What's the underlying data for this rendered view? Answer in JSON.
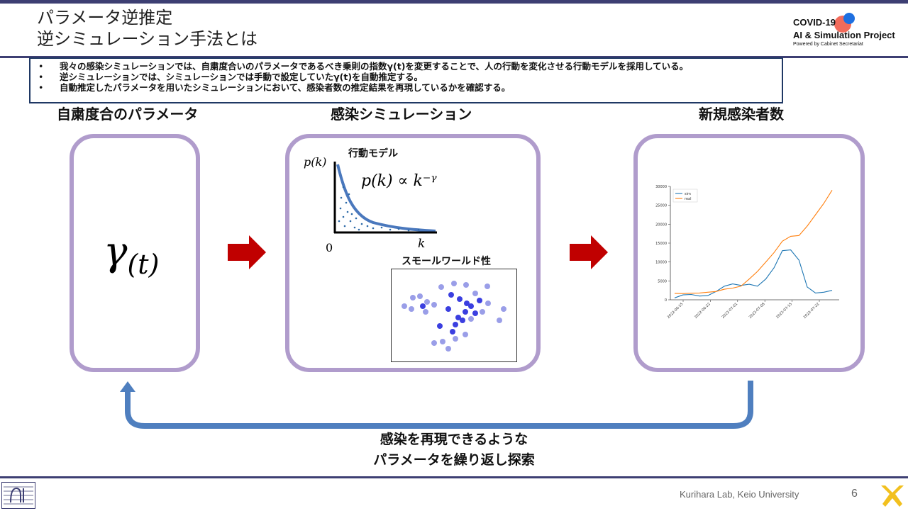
{
  "slide": {
    "title_line1": "パラメータ逆推定",
    "title_line2": "逆シミュレーション手法とは",
    "logo_line1": "COVID-19",
    "logo_line2": "AI & Simulation Project",
    "logo_sub": "Powered by Cabinet Secretariat",
    "bullets": [
      "我々の感染シミュレーションでは、自粛度合いのパラメータであるべき乗則の指数γ(t)を変更することで、人の行動を変化させる行動モデルを採用している。",
      "逆シミュレーションでは、シミュレーションでは手動で設定していたγ(t)を自動推定する。",
      "自動推定したパラメータを用いたシミュレーションにおいて、感染者数の推定結果を再現しているかを確認する。"
    ],
    "headings": {
      "left": "自粛度合のパラメータ",
      "middle": "感染シミュレーション",
      "right": "新規感染者数"
    },
    "gamma_symbol": "γ",
    "gamma_sub": "(t)",
    "middle_panel": {
      "behavior_title": "行動モデル",
      "p_axis_label": "p(k)",
      "k_axis_label": "k",
      "zero_label": "0",
      "formula": "p(k) ∝ k⁻ᵞ",
      "network_title": "スモールワールド性"
    },
    "loop_text_line1": "感染を再現できるような",
    "loop_text_line2": "パラメータを繰り返し探索",
    "footer": "Kurihara Lab, Keio University",
    "page_number": "6",
    "colors": {
      "accent_bar": "#3d3f73",
      "panel_border": "#b09ccc",
      "arrow_red": "#c00000",
      "loop_blue": "#4f7fbf"
    }
  },
  "chart_data": {
    "type": "line",
    "x": [
      "2022-06-15",
      "2022-06-22",
      "2022-07-01",
      "2022-07-08",
      "2022-07-15",
      "2022-07-22"
    ],
    "yticks": [
      0,
      5000,
      10000,
      15000,
      20000,
      25000,
      30000
    ],
    "ylim": [
      0,
      30000
    ],
    "legend_position": "top-left",
    "series": [
      {
        "name": "sim",
        "color": "#1f77b4",
        "values": [
          500,
          1300,
          1400,
          1000,
          1100,
          2200,
          3600,
          4200,
          3800,
          4100,
          3600,
          5500,
          8500,
          13000,
          13200,
          10500,
          3400,
          1800,
          2000,
          2500
        ]
      },
      {
        "name": "real",
        "color": "#ff7f0e",
        "values": [
          1700,
          1650,
          1750,
          1800,
          2000,
          2200,
          2800,
          3100,
          3600,
          5500,
          7500,
          10000,
          12500,
          15500,
          16800,
          17000,
          19500,
          22500,
          25500,
          29000
        ]
      }
    ]
  }
}
